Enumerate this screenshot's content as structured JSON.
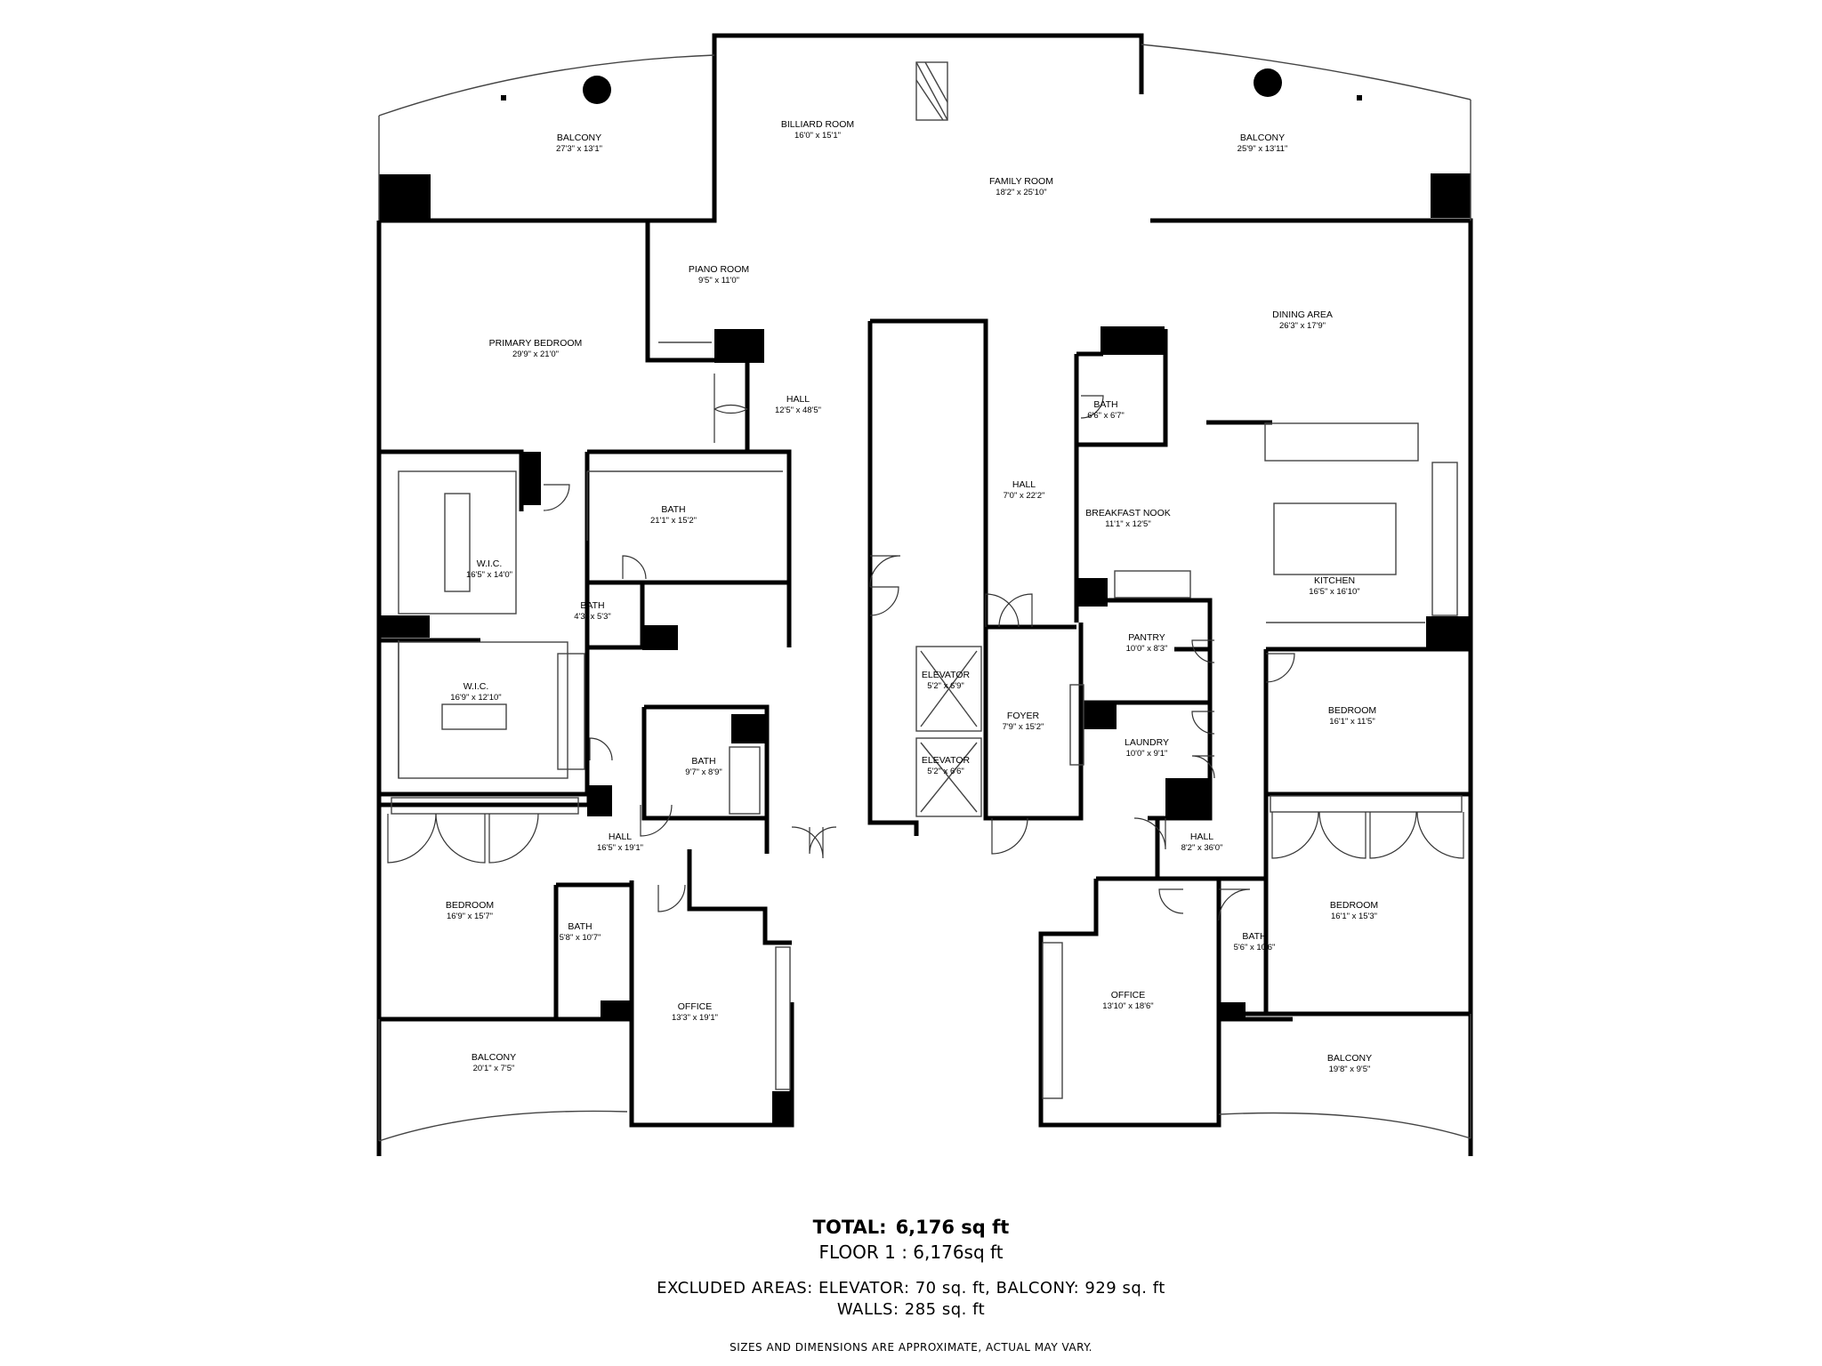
{
  "rooms": [
    {
      "name": "BALCONY",
      "dim": "27'3\" x 13'1\""
    },
    {
      "name": "BILLIARD ROOM",
      "dim": "16'0\" x 15'1\""
    },
    {
      "name": "BALCONY",
      "dim": "25'9\" x 13'11\""
    },
    {
      "name": "FAMILY ROOM",
      "dim": "18'2\" x 25'10\""
    },
    {
      "name": "PIANO ROOM",
      "dim": "9'5\" x 11'0\""
    },
    {
      "name": "DINING AREA",
      "dim": "26'3\" x 17'9\""
    },
    {
      "name": "PRIMARY BEDROOM",
      "dim": "29'9\" x 21'0\""
    },
    {
      "name": "HALL",
      "dim": "12'5\" x 48'5\""
    },
    {
      "name": "BATH",
      "dim": "6'6\" x 6'7\""
    },
    {
      "name": "HALL",
      "dim": "7'0\" x 22'2\""
    },
    {
      "name": "BATH",
      "dim": "21'1\" x 15'2\""
    },
    {
      "name": "BREAKFAST NOOK",
      "dim": "11'1\" x 12'5\""
    },
    {
      "name": "W.I.C.",
      "dim": "16'5\" x 14'0\""
    },
    {
      "name": "KITCHEN",
      "dim": "16'5\" x 16'10\""
    },
    {
      "name": "BATH",
      "dim": "4'3\" x 5'3\""
    },
    {
      "name": "PANTRY",
      "dim": "10'0\" x 8'3\""
    },
    {
      "name": "ELEVATOR",
      "dim": "5'2\" x 6'9\""
    },
    {
      "name": "W.I.C.",
      "dim": "16'9\" x 12'10\""
    },
    {
      "name": "BEDROOM",
      "dim": "16'1\" x 11'5\""
    },
    {
      "name": "FOYER",
      "dim": "7'9\" x 15'2\""
    },
    {
      "name": "BATH",
      "dim": "9'7\" x 8'9\""
    },
    {
      "name": "LAUNDRY",
      "dim": "10'0\" x 9'1\""
    },
    {
      "name": "ELEVATOR",
      "dim": "5'2\" x 6'6\""
    },
    {
      "name": "HALL",
      "dim": "16'5\" x 19'1\""
    },
    {
      "name": "HALL",
      "dim": "8'2\" x 36'0\""
    },
    {
      "name": "BEDROOM",
      "dim": "16'9\" x 15'7\""
    },
    {
      "name": "BEDROOM",
      "dim": "16'1\" x 15'3\""
    },
    {
      "name": "BATH",
      "dim": "5'8\" x 10'7\""
    },
    {
      "name": "BATH",
      "dim": "5'6\" x 10'6\""
    },
    {
      "name": "OFFICE",
      "dim": "13'3\" x 19'1\""
    },
    {
      "name": "OFFICE",
      "dim": "13'10\" x 18'6\""
    },
    {
      "name": "BALCONY",
      "dim": "20'1\" x 7'5\""
    },
    {
      "name": "BALCONY",
      "dim": "19'8\" x 9'5\""
    }
  ],
  "footer": {
    "total_label": "TOTAL:",
    "total_value": "6,176 sq ft",
    "floor": "FLOOR 1 : 6,176sq ft",
    "excluded": "EXCLUDED AREAS: ELEVATOR: 70 sq. ft, BALCONY: 929 sq. ft",
    "walls": "WALLS: 285 sq. ft",
    "disclaimer": "SIZES AND DIMENSIONS ARE APPROXIMATE, ACTUAL MAY VARY."
  },
  "colors": {
    "wall": "#000000",
    "thin_line": "#555555",
    "background": "#ffffff"
  }
}
